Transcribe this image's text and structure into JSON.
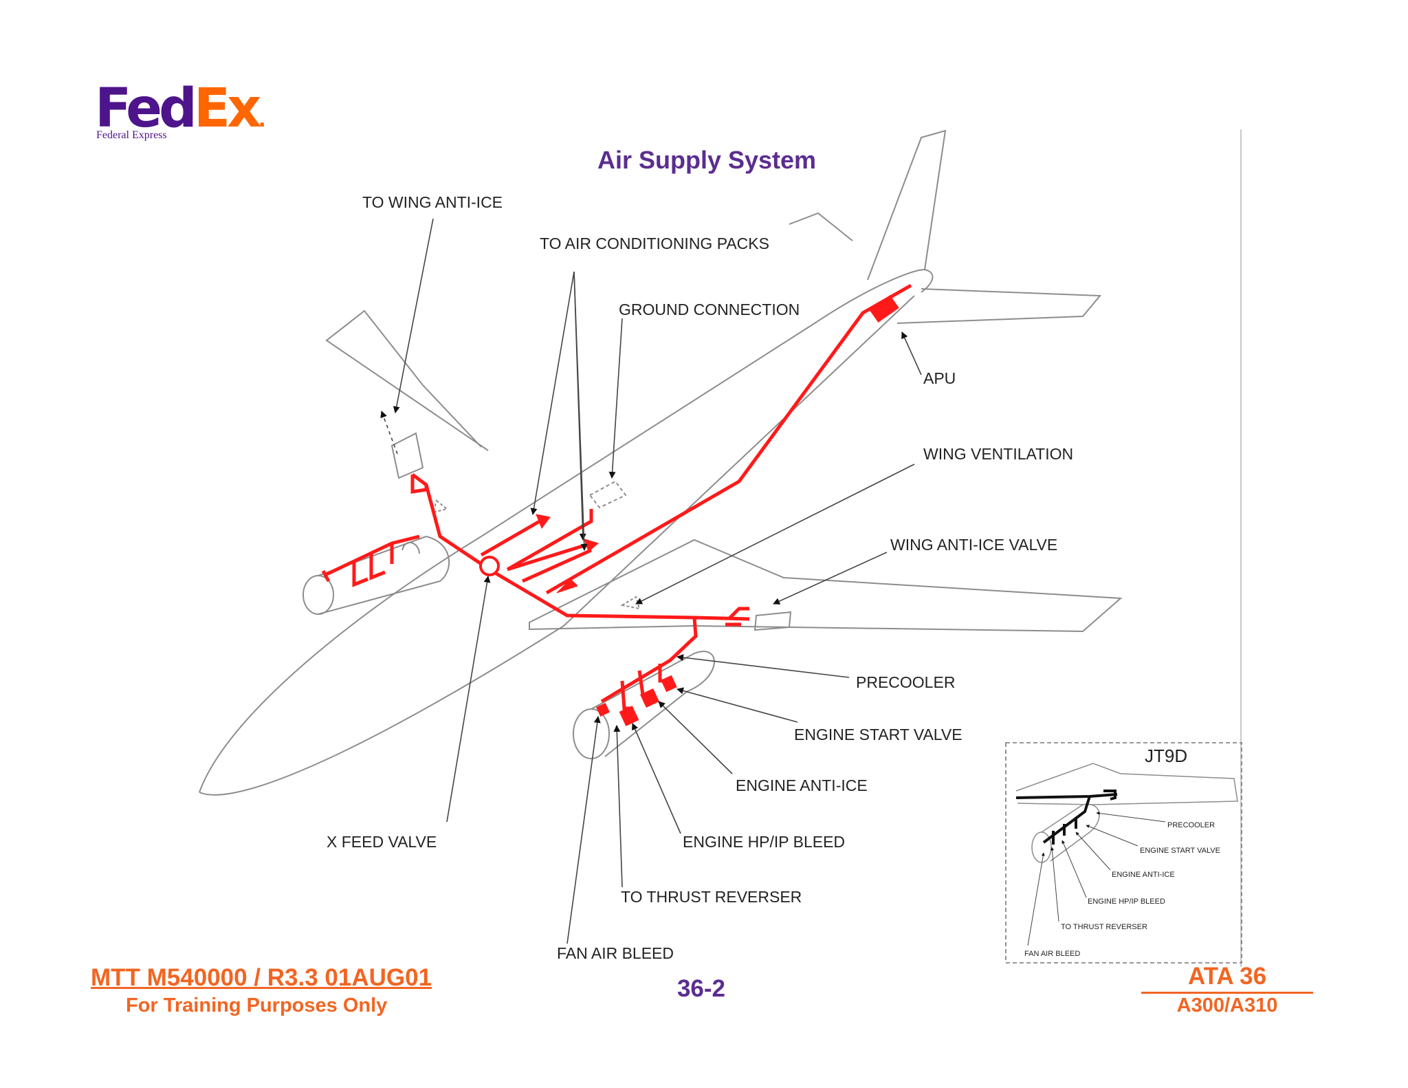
{
  "logo": {
    "fed": "Fed",
    "ex": "Ex",
    "dot": ".",
    "subtitle": "Federal Express"
  },
  "title": "Air Supply System",
  "labels": {
    "wing_anti_ice": "TO WING ANTI-ICE",
    "air_cond_packs": "TO AIR CONDITIONING PACKS",
    "ground_connection": "GROUND CONNECTION",
    "apu": "APU",
    "wing_ventilation": "WING VENTILATION",
    "wing_anti_ice_valve": "WING ANTI-ICE VALVE",
    "precooler": "PRECOOLER",
    "engine_start_valve": "ENGINE START  VALVE",
    "engine_anti_ice": "ENGINE ANTI-ICE",
    "engine_hp_ip_bleed": "ENGINE HP/IP BLEED",
    "thrust_reverser": "TO THRUST REVERSER",
    "fan_air_bleed": "FAN AIR BLEED",
    "x_feed_valve": "X FEED VALVE"
  },
  "inset": {
    "title": "JT9D",
    "labels": {
      "precooler": "PRECOOLER",
      "engine_start_valve": "ENGINE START  VALVE",
      "engine_anti_ice": "ENGINE ANTI-ICE",
      "engine_hp_ip_bleed": "ENGINE HP/IP BLEED",
      "thrust_reverser": "TO THRUST REVERSER",
      "fan_air_bleed": "FAN AIR BLEED"
    }
  },
  "footer": {
    "doc_ref": "MTT M540000 / R3.3 01AUG01",
    "training": "For Training Purposes Only",
    "page": "36-2",
    "ata": "ATA 36",
    "model": "A300/A310"
  },
  "colors": {
    "duct": "#ff1a1a",
    "outline": "#8c8c8c",
    "leader": "#444444",
    "fedex_purple": "#4d148c",
    "fedex_orange": "#ff6600"
  }
}
